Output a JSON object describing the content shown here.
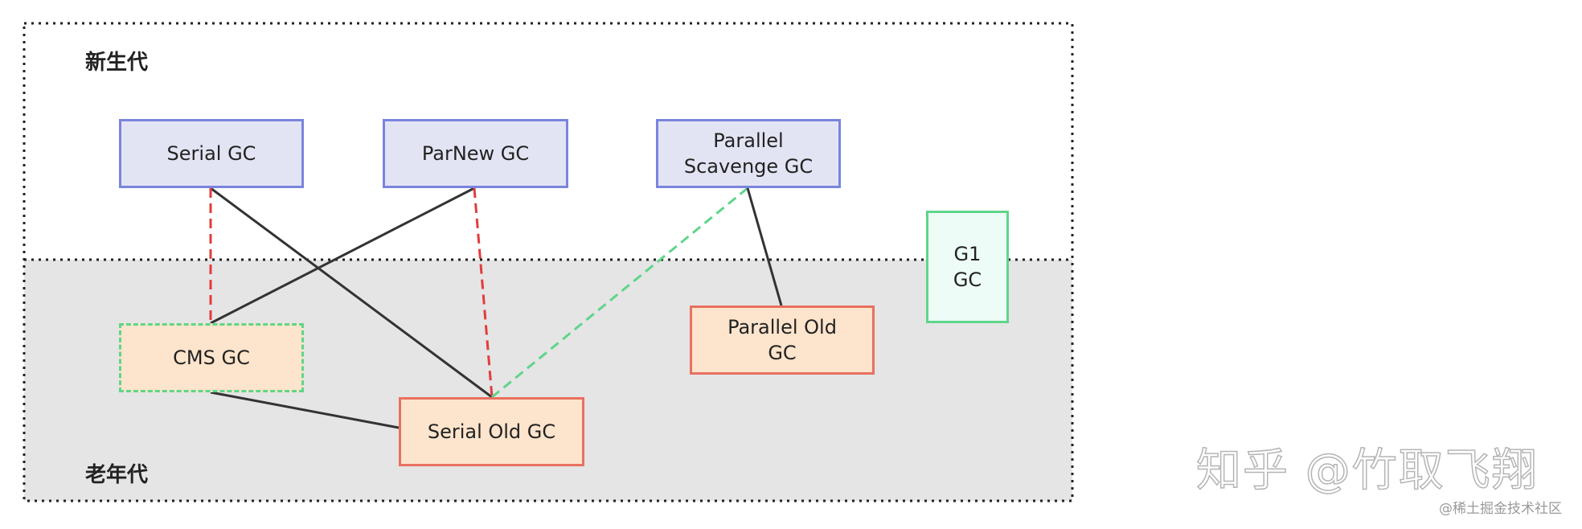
{
  "regions": {
    "young": {
      "label": "新生代"
    },
    "old": {
      "label": "老年代"
    }
  },
  "nodes": {
    "serial": {
      "label": "Serial GC"
    },
    "parnew": {
      "label": "ParNew GC"
    },
    "parallel_scavenge": {
      "label": "Parallel\nScavenge GC"
    },
    "g1": {
      "label": "G1\nGC"
    },
    "cms": {
      "label": "CMS GC"
    },
    "serial_old": {
      "label": "Serial Old GC"
    },
    "parallel_old": {
      "label": "Parallel Old\nGC"
    }
  },
  "edges": [
    {
      "from": "serial",
      "to": "serial_old",
      "style": "solid",
      "color": "#333333"
    },
    {
      "from": "serial",
      "to": "cms",
      "style": "dashed",
      "color": "#e23c3c"
    },
    {
      "from": "parnew",
      "to": "cms",
      "style": "solid",
      "color": "#333333"
    },
    {
      "from": "parnew",
      "to": "serial_old",
      "style": "dashed",
      "color": "#e23c3c"
    },
    {
      "from": "parallel_scavenge",
      "to": "serial_old",
      "style": "dashed",
      "color": "#5fd58a"
    },
    {
      "from": "parallel_scavenge",
      "to": "parallel_old",
      "style": "solid",
      "color": "#333333"
    },
    {
      "from": "cms",
      "to": "serial_old",
      "style": "solid",
      "color": "#333333"
    }
  ],
  "colors": {
    "young_fill": "#e3e4f3",
    "young_border": "#7a84de",
    "old_fill": "#fde4cc",
    "old_border": "#e8705f",
    "cms_border": "#5fd58a",
    "g1_fill": "#eefcf8",
    "g1_border": "#5fd58a",
    "old_region_fill": "#e5e5e5"
  },
  "watermark": {
    "text": "知乎 @竹取飞翔",
    "site": "@稀土掘金技术社区"
  }
}
